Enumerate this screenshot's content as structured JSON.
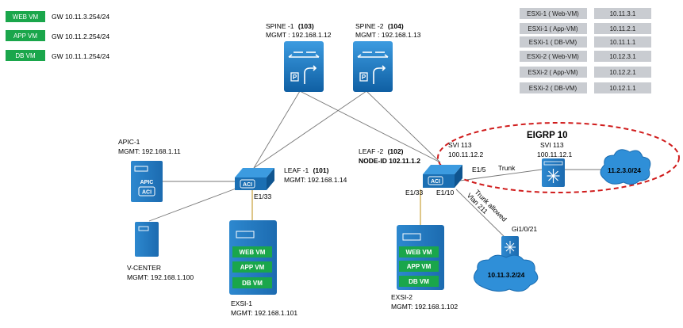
{
  "legend": [
    {
      "vm": "WEB VM",
      "gw": "GW 10.11.3.254/24"
    },
    {
      "vm": "APP VM",
      "gw": "GW 10.11.2.254/24"
    },
    {
      "vm": "DB VM",
      "gw": "GW 10.11.1.254/24"
    }
  ],
  "esxi_table": [
    {
      "name": "ESXi-1 ( Web-VM)",
      "ip": "10.11.3.1"
    },
    {
      "name": "ESXi-1 ( App-VM)",
      "ip": "10.11.2.1"
    },
    {
      "name": "ESXi-1 ( DB-VM)",
      "ip": "10.11.1.1"
    },
    {
      "name": "ESXi-2 ( Web-VM)",
      "ip": "10.12.3.1"
    },
    {
      "name": "ESXi-2 ( App-VM)",
      "ip": "10.12.2.1"
    },
    {
      "name": "ESXi-2 ( DB-VM)",
      "ip": "10.12.1.1"
    }
  ],
  "spine1": {
    "name": "SPINE -1",
    "id": "(103)",
    "mgmt": "MGMT : 192.168.1.12"
  },
  "spine2": {
    "name": "SPINE -2",
    "id": "(104)",
    "mgmt": "MGMT : 192.168.1.13"
  },
  "apic": {
    "name": "APIC-1",
    "mgmt": "MGMT: 192.168.1.11",
    "icon_label": "APIC",
    "aci": "ACI"
  },
  "leaf1": {
    "name": "LEAF -1",
    "id": "(101)",
    "mgmt": "MGMT: 192.168.1.14",
    "port": "E1/33",
    "aci": "ACI"
  },
  "leaf2": {
    "name": "LEAF -2",
    "id": "(102)",
    "node": "NODE-ID 102.11.1.2",
    "port_e133": "E1/33",
    "port_e110": "E1/10",
    "port_e15": "E1/5",
    "aci": "ACI"
  },
  "svi_leaf": {
    "line1": "SVI 113",
    "line2": "100.11.12.2"
  },
  "svi_switch": {
    "line1": "SVI 113",
    "line2": "100.11.12.1"
  },
  "eigrp": {
    "label": "EIGRP 10"
  },
  "trunk": {
    "label": "Trunk"
  },
  "trunk_allowed": {
    "line1": "Trunk allowed",
    "line2": "Vlan 211"
  },
  "gi": {
    "label": "Gi1/0/21"
  },
  "cloud1": {
    "label": "11.2.3.0/24"
  },
  "cloud2": {
    "label": "10.11.3.2/24"
  },
  "vcenter": {
    "name": "V-CENTER",
    "mgmt": "MGMT: 192.168.1.100"
  },
  "esxi1": {
    "name": "EXSI-1",
    "mgmt": "MGMT:  192.168.1.101",
    "vms": [
      "WEB VM",
      "APP VM",
      "DB VM"
    ]
  },
  "esxi2": {
    "name": "EXSI-2",
    "mgmt": "MGMT: 192.168.1.102",
    "vms": [
      "WEB VM",
      "APP VM",
      "DB VM"
    ]
  },
  "colors": {
    "vm_green": "#1aa64b",
    "device_blue": "#1b7bc4",
    "table_gray": "#c9ccd1",
    "eigrp_red": "#d01c1c",
    "cloud_blue": "#2f8fd8"
  }
}
